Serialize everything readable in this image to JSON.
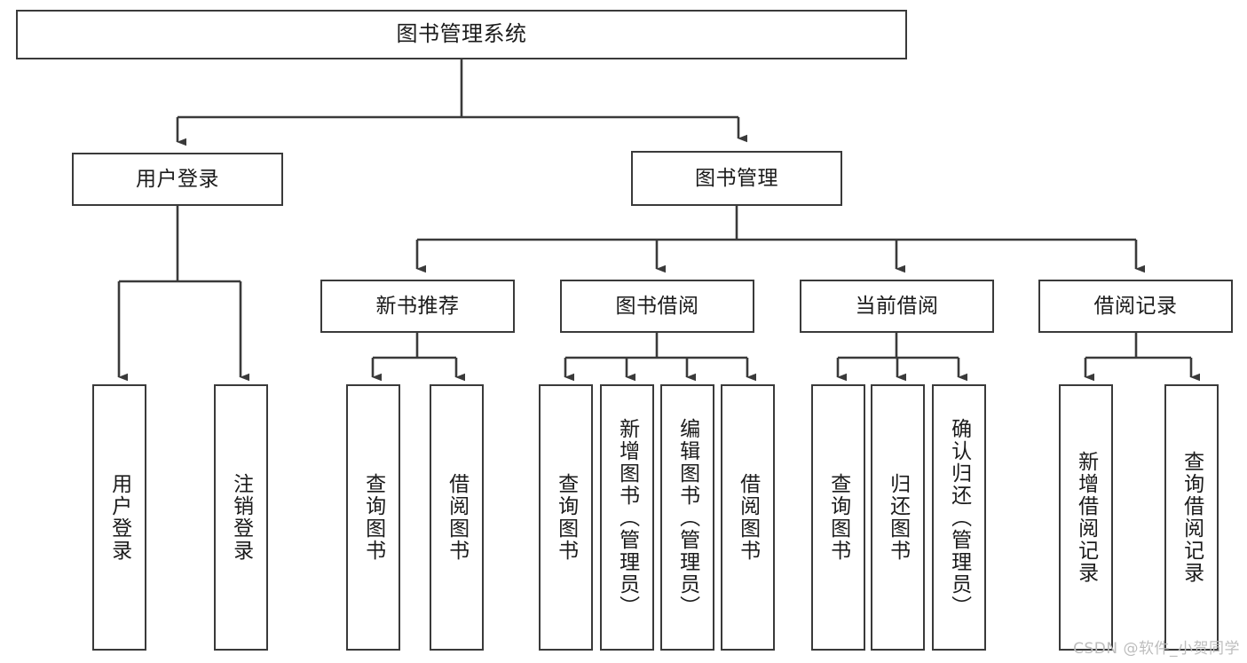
{
  "diagram": {
    "title": "图书管理系统",
    "type": "tree-hierarchy",
    "watermark": "CSDN @软件_小贺同学",
    "colors": {
      "stroke": "#3a3a3a",
      "fill": "#ffffff",
      "text": "#1b1b1b",
      "watermark": "#bdbdbd"
    },
    "nodes": {
      "root": {
        "label": "图书管理系统"
      },
      "level1": [
        {
          "id": "user-login",
          "label": "用户登录"
        },
        {
          "id": "book-manage",
          "label": "图书管理"
        }
      ],
      "level2": [
        {
          "id": "new-book-recommend",
          "label": "新书推荐"
        },
        {
          "id": "book-borrow",
          "label": "图书借阅"
        },
        {
          "id": "current-borrow",
          "label": "当前借阅"
        },
        {
          "id": "borrow-record",
          "label": "借阅记录"
        }
      ],
      "leaves": {
        "user-login": [
          {
            "id": "leaf-user-login",
            "label": "用户登录"
          },
          {
            "id": "leaf-logout",
            "label": "注销登录"
          }
        ],
        "new-book-recommend": [
          {
            "id": "leaf-query-book-1",
            "label": "查询图书"
          },
          {
            "id": "leaf-borrow-book-1",
            "label": "借阅图书"
          }
        ],
        "book-borrow": [
          {
            "id": "leaf-query-book-2",
            "label": "查询图书"
          },
          {
            "id": "leaf-add-book",
            "label": "新增图书（管理员）"
          },
          {
            "id": "leaf-edit-book",
            "label": "编辑图书（管理员）"
          },
          {
            "id": "leaf-borrow-book-2",
            "label": "借阅图书"
          }
        ],
        "current-borrow": [
          {
            "id": "leaf-query-book-3",
            "label": "查询图书"
          },
          {
            "id": "leaf-return-book",
            "label": "归还图书"
          },
          {
            "id": "leaf-confirm-return",
            "label": "确认归还（管理员）"
          }
        ],
        "borrow-record": [
          {
            "id": "leaf-add-record",
            "label": "新增借阅记录"
          },
          {
            "id": "leaf-query-record",
            "label": "查询借阅记录"
          }
        ]
      }
    }
  }
}
